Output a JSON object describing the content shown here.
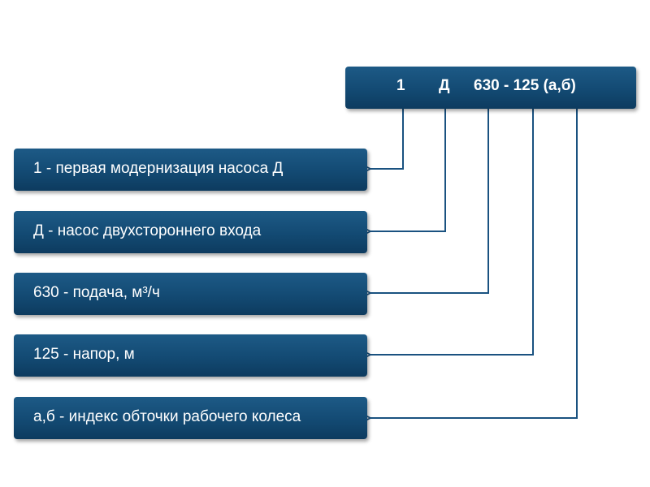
{
  "code": {
    "part_1": "1",
    "part_d": "Д",
    "part_rest": "630 - 125 (а,б)"
  },
  "labels": [
    "1 - первая модернизация насоса Д",
    "Д - насос двухстороннего входа",
    "630 - подача, м³/ч",
    "125 - напор, м",
    "а,б -  индекс обточки рабочего колеса"
  ],
  "colors": {
    "box_fill": "#134a73",
    "connector": "#1a5280",
    "text": "#ffffff"
  }
}
